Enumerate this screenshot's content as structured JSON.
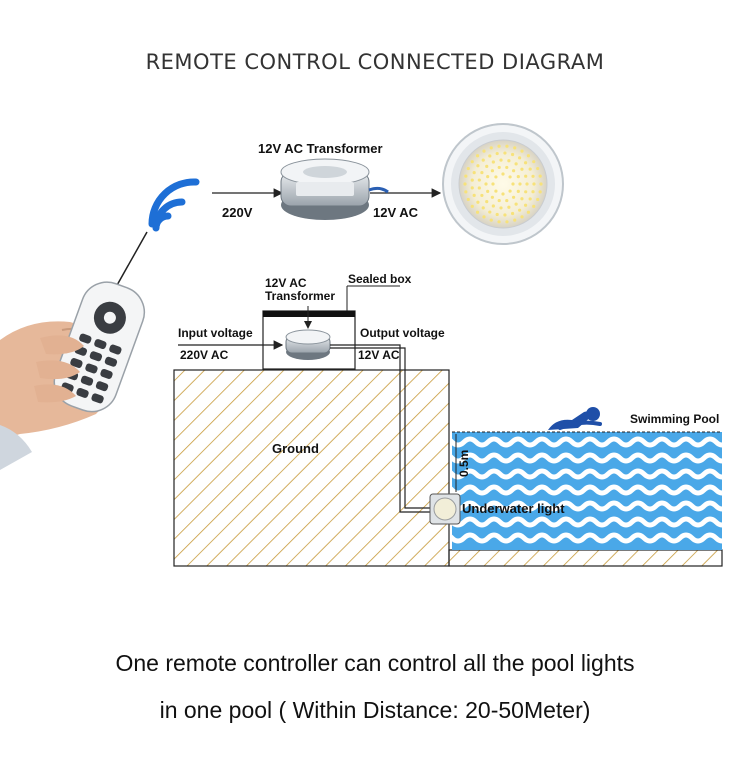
{
  "title": "REMOTE CONTROL CONNECTED DIAGRAM",
  "top_diagram": {
    "transformer_label": "12V AC Transformer",
    "input_label": "220V",
    "output_label": "12V AC"
  },
  "bottom_diagram": {
    "transformer_label_line1": "12V AC",
    "transformer_label_line2": "Transformer",
    "sealed_box_label": "Sealed box",
    "input_voltage_label": "Input voltage",
    "input_value": "220V AC",
    "output_voltage_label": "Output voltage",
    "output_value": "12V AC",
    "ground_label": "Ground",
    "pool_label": "Swimming Pool",
    "depth_label": "0.5m",
    "light_label": "Underwater light"
  },
  "captions": {
    "line1": "One remote controller can control all the pool lights",
    "line2": "in one pool ( Within Distance: 20-50Meter)"
  },
  "colors": {
    "signal_blue": "#1e6fd6",
    "water_blue": "#4aa8e8",
    "hatch": "#c79a3a",
    "swimmer": "#1f4fa8"
  }
}
